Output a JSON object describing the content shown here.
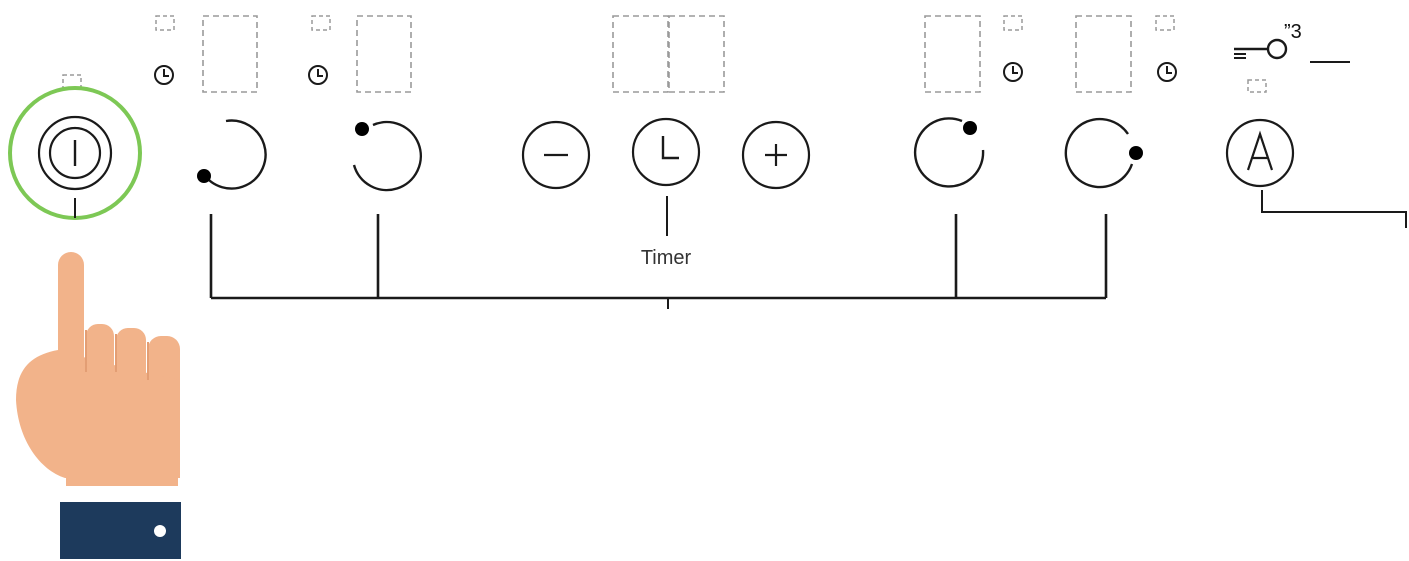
{
  "panel": {
    "timer_label": "Timer",
    "lock_level": "”3",
    "auto_button_glyph": "A",
    "plus_glyph": "+",
    "minus_glyph": "−"
  },
  "colors": {
    "line": "#1a1a1a",
    "display_dash": "#9a9a9a",
    "highlight_ring": "#7dc855",
    "skin": "#f2b38a",
    "skin_shadow": "#e39e74",
    "cuff": "#1d3a5c"
  },
  "icons": {
    "power": "power-icon",
    "timer": "clock-icon",
    "zone_indicator": "clock-icon",
    "lock": "key-lock-icon",
    "pointer": "pointing-hand-icon"
  }
}
